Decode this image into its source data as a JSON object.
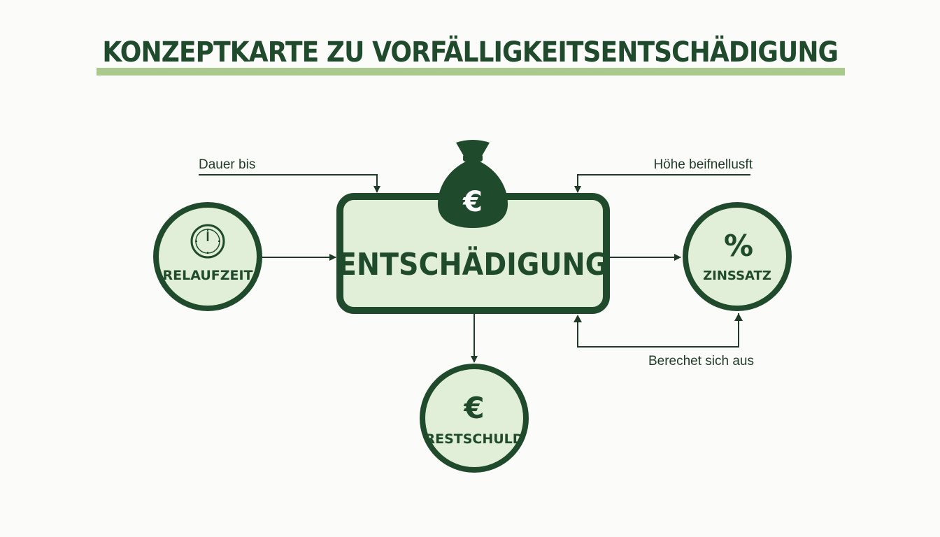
{
  "title": "KONZEPTKARTE ZU VORFÄLLIGKEITSENTSCHÄDIGUNG",
  "colors": {
    "dark_green": "#1f4a2c",
    "fill_green": "#e2efd8",
    "underline": "#a9c98d",
    "background": "#fbfcfa"
  },
  "nodes": {
    "center": {
      "label": "ENTSCHÄDIGUNG",
      "icon": "money-bag-euro-icon",
      "icon_glyph": "€"
    },
    "laufzeit": {
      "label": "RELAUFZEIT",
      "icon": "clock-icon"
    },
    "zinssatz": {
      "label": "ZINSSATZ",
      "icon": "percent-icon",
      "icon_glyph": "%"
    },
    "restschuld": {
      "label": "RESTSCHULD",
      "icon": "euro-icon",
      "icon_glyph": "€"
    }
  },
  "edge_labels": {
    "dauer": "Dauer bis",
    "hoehe": "Höhe beifnellusft",
    "berechnet": "Berechet sich aus"
  }
}
